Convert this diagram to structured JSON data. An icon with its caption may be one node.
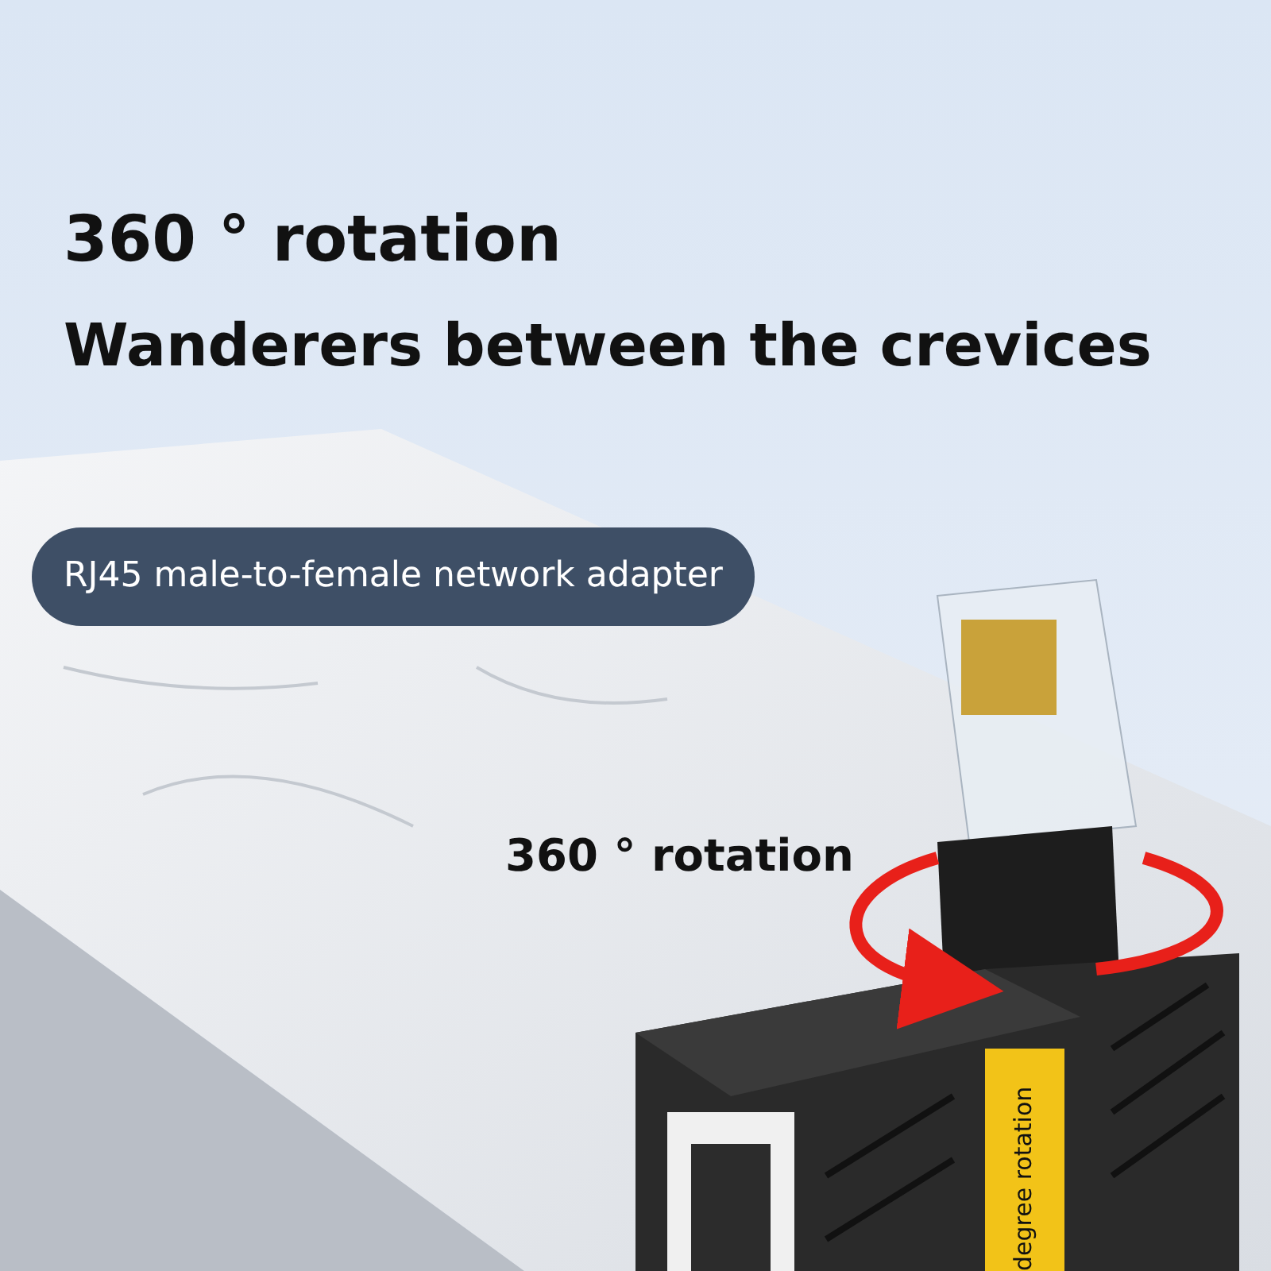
{
  "diagram": {
    "labels": [
      "360 ° rotation",
      "Wanderers between the crevices",
      "RJ45 male-to-female network adapter",
      "360 ° rotation",
      "degree rotation"
    ]
  }
}
